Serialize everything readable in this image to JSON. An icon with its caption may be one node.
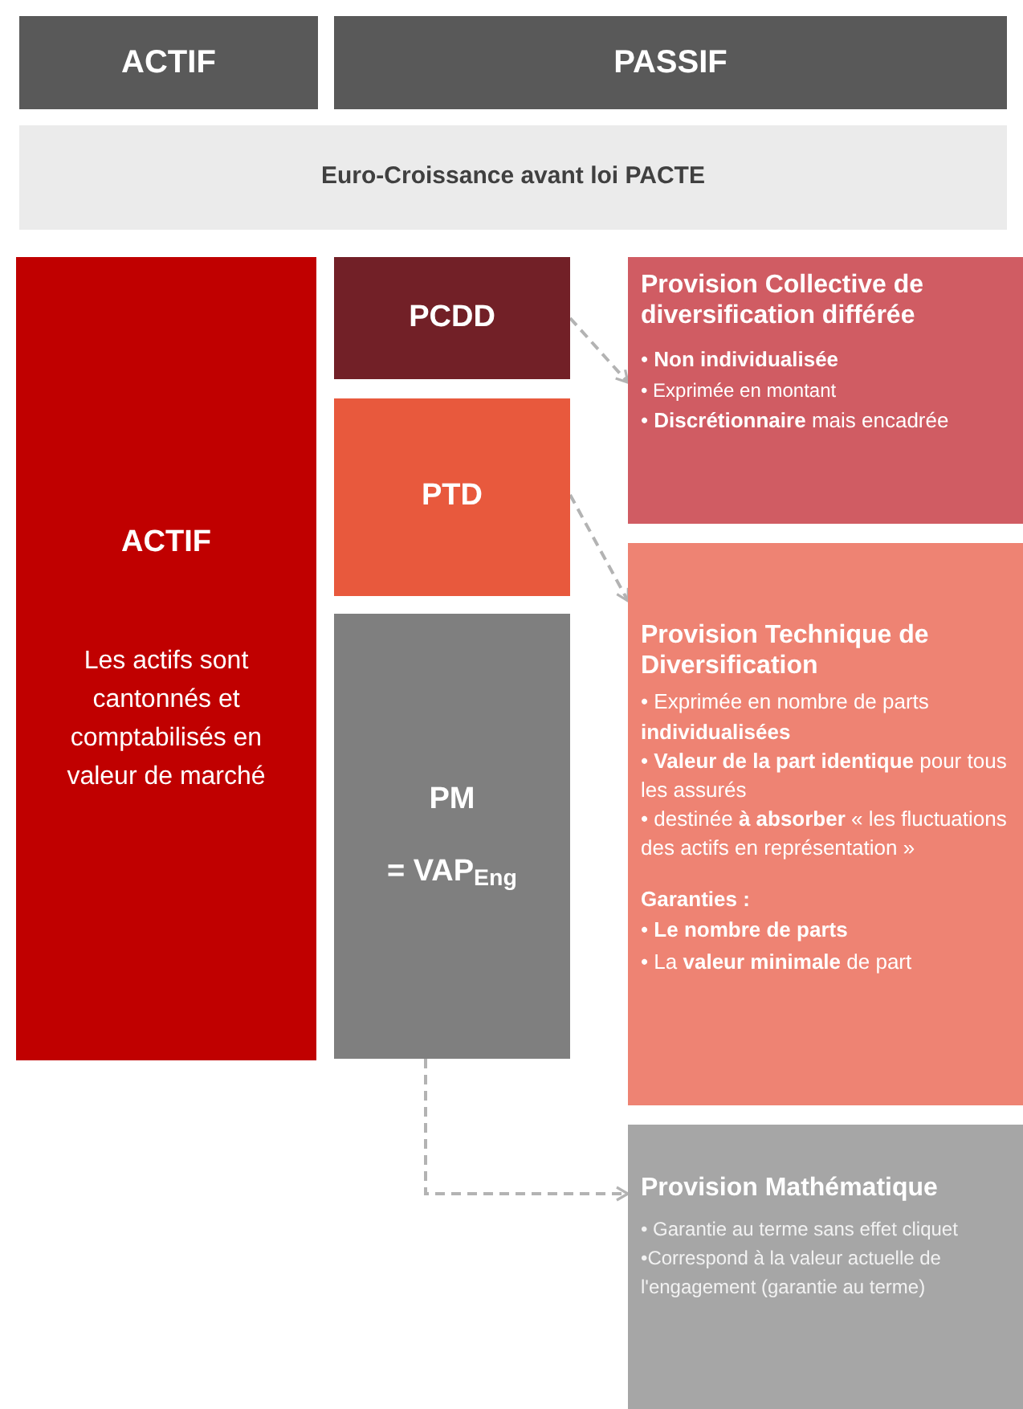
{
  "diagram": {
    "nodes": [
      {
        "text": [
          "ACTIF"
        ]
      },
      {
        "text": [
          "PASSIF"
        ]
      },
      {
        "text": [
          "Euro-Croissance avant loi PACTE"
        ]
      },
      {
        "text": [
          "ACTIF",
          "Les actifs sont cantonnés et comptabilisés en valeur de marché"
        ]
      },
      {
        "text": [
          "PCDD"
        ]
      },
      {
        "text": [
          "PTD"
        ]
      },
      {
        "text": [
          "PM",
          "= VAP$_{Eng}$"
        ]
      },
      {
        "text": [
          "Provision Collective de diversification différée",
          "• **Non individualisée**",
          "• Exprimée en montant",
          "• **Discrétionnaire** mais encadrée"
        ]
      },
      {
        "text": [
          "Provision Technique de Diversification",
          "• Exprimée en nombre de parts **individualisées**",
          "• **Valeur de la part identique** pour tous les assurés",
          "• destinée **à absorber** « les fluctuations des actifs en représentation »",
          "Garanties :",
          "• **Le nombre de parts**",
          "• La **valeur minimale** de part"
        ]
      },
      {
        "text": [
          "Provision Mathématique",
          "• Garantie au terme sans effet cliquet",
          "•Correspond à la valeur actuelle de l'engagement (garantie au terme)"
        ]
      }
    ],
    "edges": [
      {
        "from": 4,
        "to": 7,
        "arrow": "to",
        "style": "dashed"
      },
      {
        "from": 5,
        "to": 8,
        "arrow": "to",
        "style": "dashed"
      },
      {
        "from": 6,
        "to": 9,
        "arrow": "to",
        "style": "dashed"
      }
    ]
  }
}
